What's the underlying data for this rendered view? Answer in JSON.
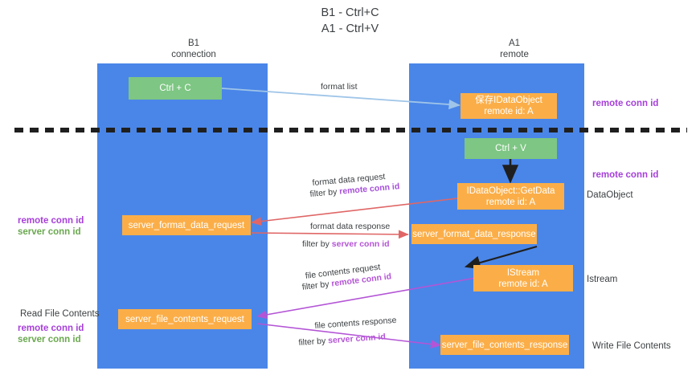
{
  "title": {
    "line1": "B1 - Ctrl+C",
    "line2": "A1 - Ctrl+V"
  },
  "columns": [
    {
      "name": "B1",
      "sub": "connection"
    },
    {
      "name": "A1",
      "sub": "remote"
    }
  ],
  "boxes": {
    "ctrl_c": "Ctrl + C",
    "ctrl_v": "Ctrl + V",
    "save_idataobject_l1": "保存IDataObject",
    "save_idataobject_l2": "remote id: A",
    "getdata_l1": "IDataObject::GetData",
    "getdata_l2": "remote id: A",
    "istream_l1": "IStream",
    "istream_l2": "remote id: A",
    "server_format_data_request": "server_format_data_request",
    "server_format_data_response": "server_format_data_response",
    "server_file_contents_request": "server_file_contents_request",
    "server_file_contents_response": "server_file_contents_response"
  },
  "right_annotations": {
    "remote_conn_id_top": "remote conn id",
    "remote_conn_id_mid": "remote conn id",
    "dataobject": "DataObject",
    "istream": "Istream",
    "write_file_contents": "Write File Contents"
  },
  "left_annotations": {
    "mid_remote_conn_id": "remote conn id",
    "mid_server_conn_id": "server conn id",
    "read_file_contents": "Read File Contents",
    "low_remote_conn_id": "remote conn id",
    "low_server_conn_id": "server conn id"
  },
  "arrow_labels": {
    "format_list": "format list",
    "format_data_request": "format data request",
    "format_data_request_filter_prefix": "filter by ",
    "format_data_request_filter_key": "remote conn id",
    "format_data_response": "format data response",
    "format_data_response_filter_prefix": "filter by ",
    "format_data_response_filter_key": "server conn id",
    "file_contents_request": "file contents request",
    "file_contents_request_filter_prefix": "filter by ",
    "file_contents_request_filter_key": "remote conn id",
    "file_contents_response": "file contents response",
    "file_contents_response_filter_prefix": "filter by ",
    "file_contents_response_filter_key": "server conn id"
  },
  "colors": {
    "lane": "#4a86e8",
    "green_box": "#7dc683",
    "orange_box": "#fbae48",
    "purple_text": "#a63fd9",
    "green_text": "#6aa84f",
    "light_blue_arrow": "#9fc5e8",
    "red_arrow": "#e06666",
    "magenta_arrow": "#b455d6",
    "black_dashed": "#1f1f1f"
  }
}
